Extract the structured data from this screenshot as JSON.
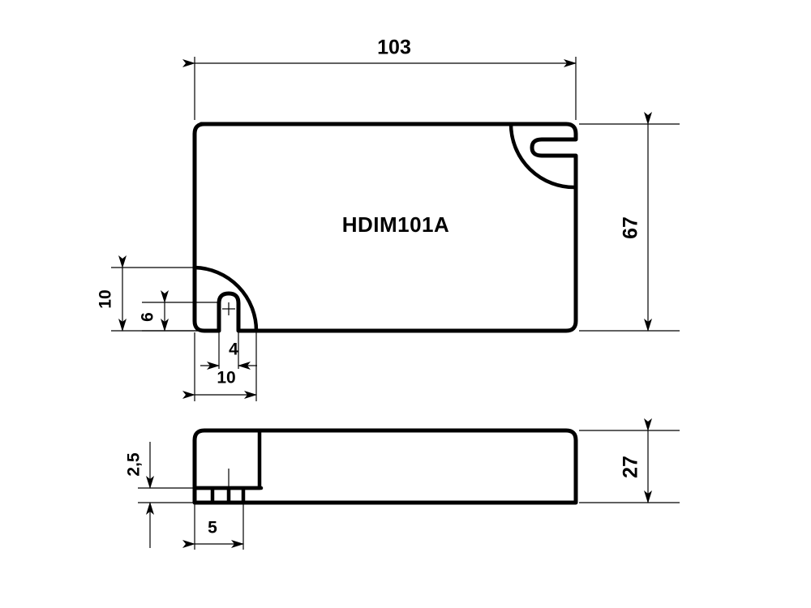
{
  "drawing": {
    "part_label": "HDIM101A",
    "background_color": "#ffffff",
    "line_color": "#000000",
    "views": {
      "top": {
        "name": "top-view",
        "dimensions": {
          "width": "103",
          "height": "67",
          "tab_offset_vertical": "10",
          "slot_height": "6",
          "slot_width": "4",
          "tab_width": "10"
        }
      },
      "side": {
        "name": "side-view",
        "dimensions": {
          "thickness": "27",
          "foot_height": "2,5",
          "foot_width": "5"
        }
      }
    }
  }
}
